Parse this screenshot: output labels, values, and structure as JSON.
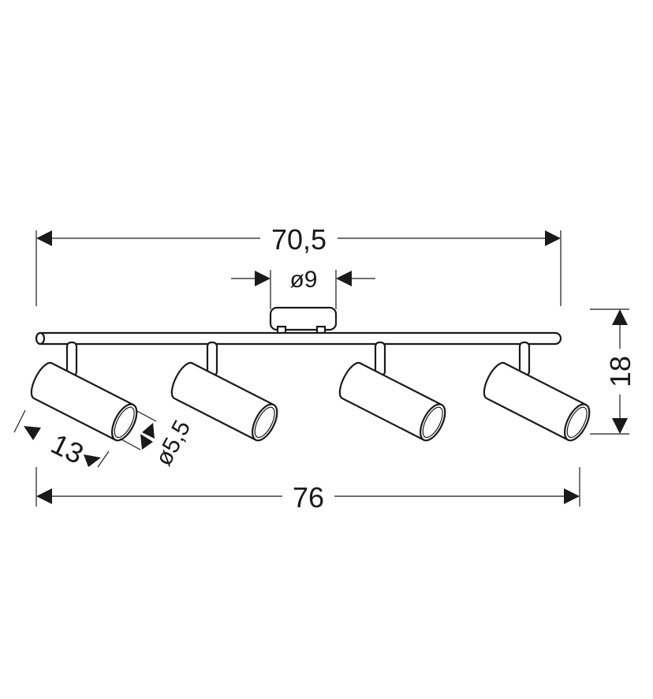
{
  "dimensions": {
    "top_width": "70,5",
    "canopy_diameter": "ø9",
    "height": "18",
    "spot_length": "13",
    "spot_diameter": "ø5,5",
    "total_width": "76"
  },
  "spot_count": 4,
  "colors": {
    "stroke": "#1a1a1a",
    "background": "#ffffff"
  }
}
